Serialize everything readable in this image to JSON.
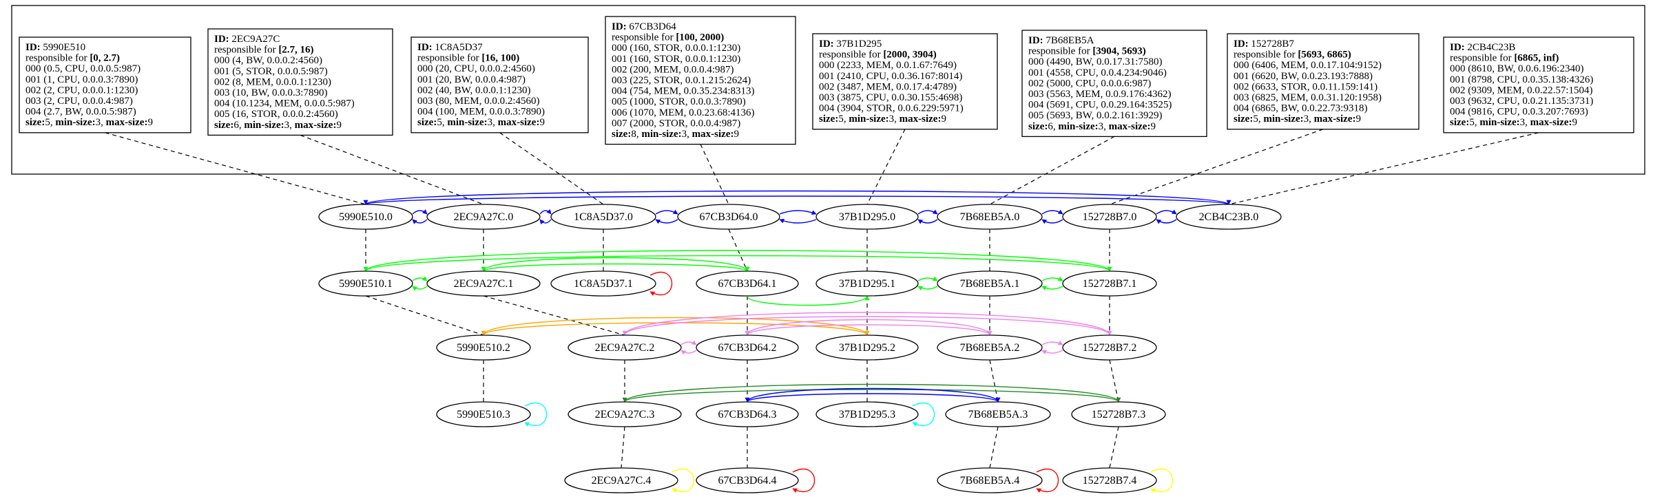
{
  "cards": [
    {
      "id": "5990E510",
      "range": "[0, 2.7)",
      "entries": [
        "000 (0.5, CPU, 0.0.0.5:987)",
        "001 (1, CPU, 0.0.0.3:7890)",
        "002 (2, CPU, 0.0.0.1:1230)",
        "003 (2, CPU, 0.0.0.4:987)",
        "004 (2.7, BW, 0.0.0.5:987)"
      ],
      "size": "5",
      "min_size": "3",
      "max_size": "9"
    },
    {
      "id": "2EC9A27C",
      "range": "[2.7, 16)",
      "entries": [
        "000 (4, BW, 0.0.0.2:4560)",
        "001 (5, STOR, 0.0.0.5:987)",
        "002 (8, MEM, 0.0.0.1:1230)",
        "003 (10, BW, 0.0.0.3:7890)",
        "004 (10.1234, MEM, 0.0.0.5:987)",
        "005 (16, STOR, 0.0.0.2:4560)"
      ],
      "size": "6",
      "min_size": "3",
      "max_size": "9"
    },
    {
      "id": "1C8A5D37",
      "range": "[16, 100)",
      "entries": [
        "000 (20, CPU, 0.0.0.2:4560)",
        "001 (20, BW, 0.0.0.4:987)",
        "002 (40, BW, 0.0.0.1:1230)",
        "003 (80, MEM, 0.0.0.2:4560)",
        "004 (100, MEM, 0.0.0.3:7890)"
      ],
      "size": "5",
      "min_size": "3",
      "max_size": "9"
    },
    {
      "id": "67CB3D64",
      "range": "[100, 2000)",
      "entries": [
        "000 (160, STOR, 0.0.0.1:1230)",
        "001 (160, STOR, 0.0.0.1:1230)",
        "002 (200, MEM, 0.0.0.4:987)",
        "003 (225, STOR, 0.0.1.215:2624)",
        "004 (754, MEM, 0.0.35.234:8313)",
        "005 (1000, STOR, 0.0.0.3:7890)",
        "006 (1070, MEM, 0.0.23.68:4136)",
        "007 (2000, STOR, 0.0.0.4:987)"
      ],
      "size": "8",
      "min_size": "3",
      "max_size": "9"
    },
    {
      "id": "37B1D295",
      "range": "[2000, 3904)",
      "entries": [
        "000 (2233, MEM, 0.0.1.67:7649)",
        "001 (2410, CPU, 0.0.36.167:8014)",
        "002 (3487, MEM, 0.0.17.4:4789)",
        "003 (3875, CPU, 0.0.30.155:4698)",
        "004 (3904, STOR, 0.0.6.229:5971)"
      ],
      "size": "5",
      "min_size": "3",
      "max_size": "9"
    },
    {
      "id": "7B68EB5A",
      "range": "[3904, 5693)",
      "entries": [
        "000 (4490, BW, 0.0.17.31:7580)",
        "001 (4558, CPU, 0.0.4.234:9046)",
        "002 (5000, CPU, 0.0.0.6:987)",
        "003 (5563, MEM, 0.0.9.176:4362)",
        "004 (5691, CPU, 0.0.29.164:3525)",
        "005 (5693, BW, 0.0.2.161:3929)"
      ],
      "size": "6",
      "min_size": "3",
      "max_size": "9"
    },
    {
      "id": "152728B7",
      "range": "[5693, 6865)",
      "entries": [
        "000 (6406, MEM, 0.0.17.104:9152)",
        "001 (6620, BW, 0.0.23.193:7888)",
        "002 (6633, STOR, 0.0.11.159:141)",
        "003 (6825, MEM, 0.0.31.120:1958)",
        "004 (6865, BW, 0.0.22.73:9318)"
      ],
      "size": "5",
      "min_size": "3",
      "max_size": "9"
    },
    {
      "id": "2CB4C23B",
      "range": "[6865, inf)",
      "entries": [
        "000 (8610, BW, 0.0.6.196:2340)",
        "001 (8798, CPU, 0.0.35.138:4326)",
        "002 (9309, MEM, 0.0.22.57:1504)",
        "003 (9632, CPU, 0.0.21.135:3731)",
        "004 (9816, CPU, 0.0.3.207:7693)"
      ],
      "size": "5",
      "min_size": "3",
      "max_size": "9"
    }
  ],
  "labels": {
    "id": "ID:",
    "responsible": "responsible for",
    "size": "size:",
    "min_size": "min-size:",
    "max_size": "max-size:"
  },
  "levels": [
    {
      "level": "0",
      "color": "#0000ff",
      "nodes": [
        "5990E510.0",
        "2EC9A27C.0",
        "1C8A5D37.0",
        "67CB3D64.0",
        "37B1D295.0",
        "7B68EB5A.0",
        "152728B7.0",
        "2CB4C23B.0"
      ]
    },
    {
      "level": "1",
      "color": "#00ff00",
      "nodes": [
        "5990E510.1",
        "2EC9A27C.1",
        "1C8A5D37.1",
        "67CB3D64.1",
        "37B1D295.1",
        "7B68EB5A.1",
        "152728B7.1"
      ]
    },
    {
      "level": "2",
      "color": "#ee82ee",
      "nodes": [
        "5990E510.2",
        "2EC9A27C.2",
        "67CB3D64.2",
        "37B1D295.2",
        "7B68EB5A.2",
        "152728B7.2"
      ]
    },
    {
      "level": "3",
      "color": "#228b22",
      "nodes": [
        "5990E510.3",
        "2EC9A27C.3",
        "67CB3D64.3",
        "37B1D295.3",
        "7B68EB5A.3",
        "152728B7.3"
      ]
    },
    {
      "level": "4",
      "color": "#ffff00",
      "nodes": [
        "2EC9A27C.4",
        "67CB3D64.4",
        "7B68EB5A.4",
        "152728B7.4"
      ]
    }
  ],
  "colors": {
    "blue": "#0000ff",
    "green": "#00ff00",
    "orange": "#ffa500",
    "violet": "#ee82ee",
    "forestgreen": "#228b22",
    "cyan": "#00ffff",
    "red": "#ff0000",
    "yellow": "#ffff00",
    "line": "#000000"
  }
}
